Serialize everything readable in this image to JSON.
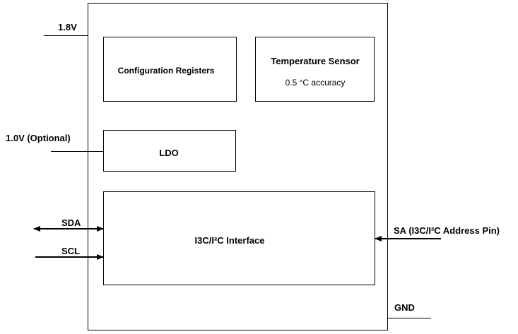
{
  "blocks": {
    "config_registers": "Configuration Registers",
    "temperature_sensor": "Temperature Sensor",
    "temperature_accuracy": "0.5 °C accuracy",
    "ldo": "LDO",
    "interface": "I3C/I²C Interface"
  },
  "pins": {
    "vdd_18": "1.8V",
    "vdd_10": "1.0V (Optional)",
    "sda": "SDA",
    "scl": "SCL",
    "sa": "SA (I3C/I²C Address Pin)",
    "gnd": "GND"
  }
}
